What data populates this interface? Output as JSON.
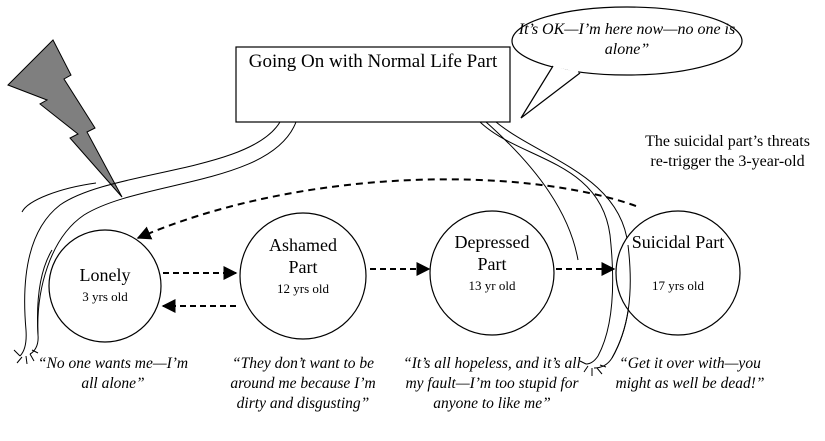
{
  "normal_life_box": {
    "label": "Going On with Normal Life Part"
  },
  "speech_bubble": {
    "text": "It’s OK—I’m here now—no one is alone”"
  },
  "annotation": {
    "text": "The suicidal part’s threats re-trigger the 3-year-old"
  },
  "parts": [
    {
      "name": "Lonely",
      "age": "3 yrs old",
      "quote": "“No one wants me—I’m all alone”"
    },
    {
      "name": "Ashamed Part",
      "age": "12 yrs old",
      "quote": "“They don’t want to be around me because I’m dirty and disgusting”"
    },
    {
      "name": "Depressed Part",
      "age": "13 yr old",
      "quote": "“It’s all hopeless, and it’s all my fault—I’m too stupid for anyone to like me”"
    },
    {
      "name": "Suicidal Part",
      "age": "17 yrs old",
      "quote": "“Get it over with—you might as well be dead!”"
    }
  ],
  "colors": {
    "lightning": "#7f7f7f",
    "stroke": "#000000"
  },
  "icons": {
    "lightning": "lightning-bolt-icon"
  }
}
